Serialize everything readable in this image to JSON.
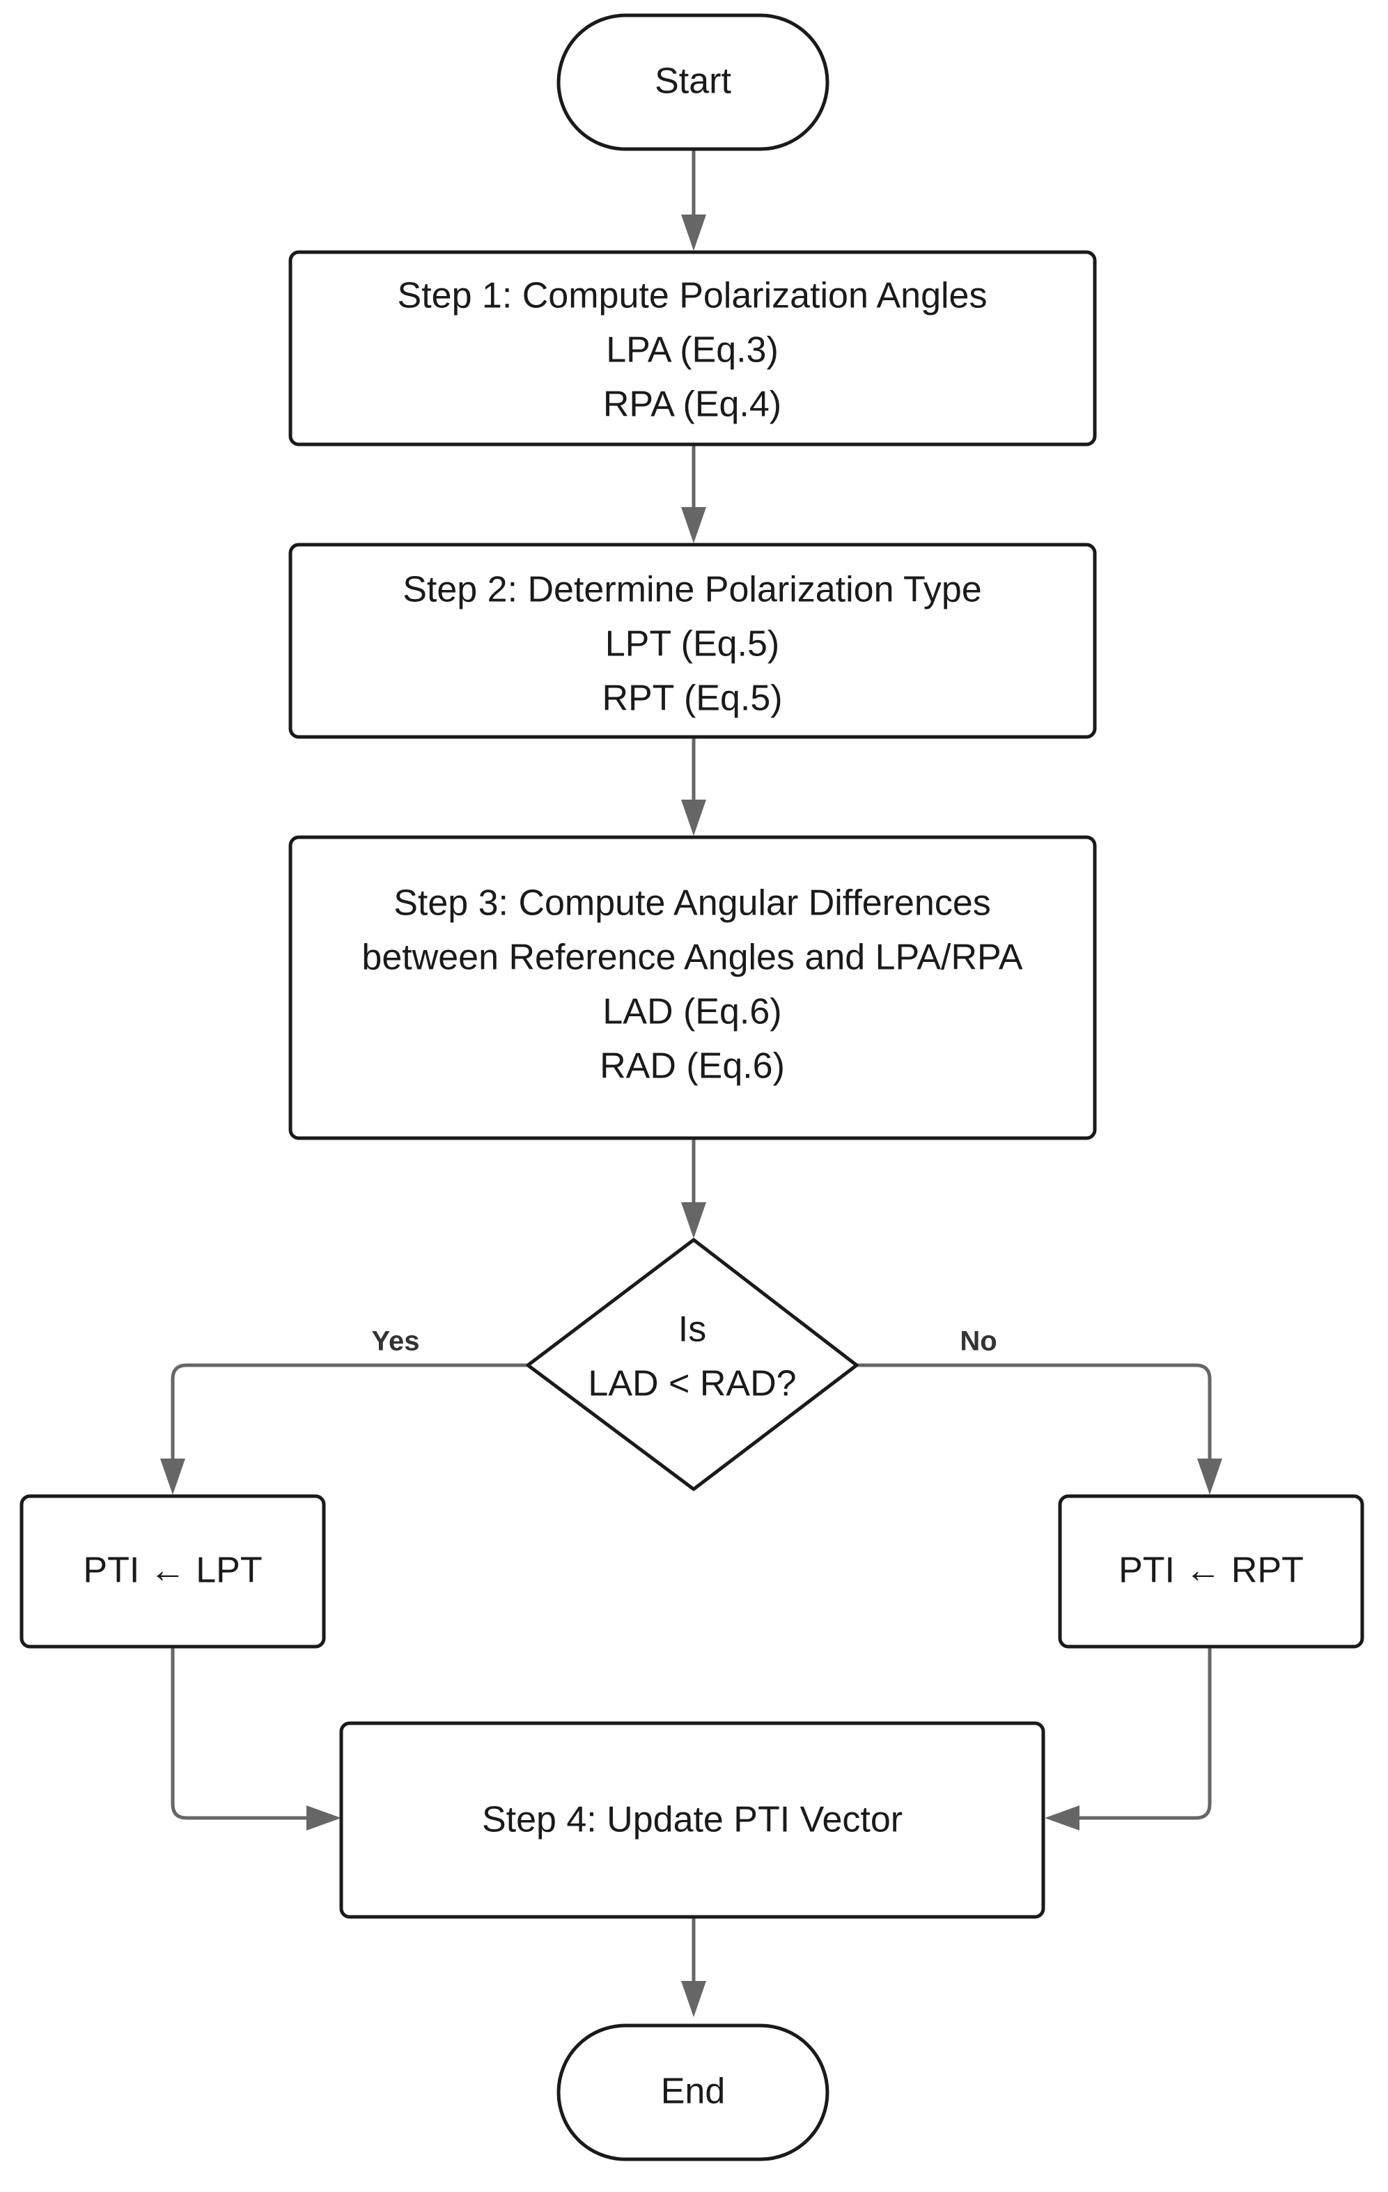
{
  "nodes": {
    "start": "Start",
    "step1": {
      "title": "Step 1: Compute Polarization Angles",
      "line2": "LPA (Eq.3)",
      "line3": "RPA (Eq.4)"
    },
    "step2": {
      "title": "Step 2: Determine Polarization Type",
      "line2": "LPT (Eq.5)",
      "line3": "RPT (Eq.5)"
    },
    "step3": {
      "title": "Step 3: Compute Angular Differences",
      "line2": "between Reference Angles and LPA/RPA",
      "line3": "LAD (Eq.6)",
      "line4": "RAD (Eq.6)"
    },
    "decision": {
      "line1": "Is",
      "line2": "LAD < RAD?"
    },
    "assign_left": "PTI ← LPT",
    "assign_right": "PTI ← RPT",
    "step4": "Step 4: Update PTI Vector",
    "end": "End"
  },
  "branches": {
    "yes": "Yes",
    "no": "No"
  },
  "colors": {
    "node_stroke": "#1a1a1a",
    "connector": "#666666",
    "background": "#ffffff"
  }
}
